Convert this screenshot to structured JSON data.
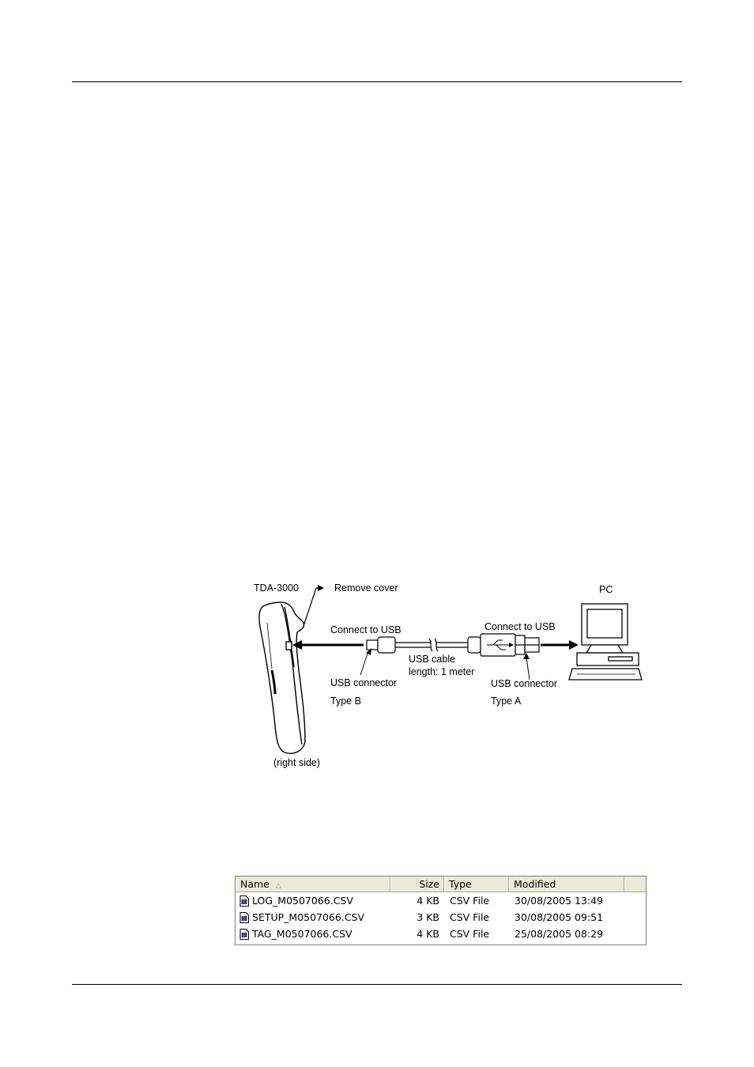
{
  "diagram": {
    "device_label": "TDA-3000",
    "remove_cover": "Remove cover",
    "connect_left": "Connect to USB",
    "connect_right": "Connect to USB",
    "cable_line1": "USB cable",
    "cable_line2": "length: 1 meter",
    "connector_b": "USB connector",
    "type_b": "Type B",
    "connector_a": "USB connector",
    "type_a": "Type A",
    "pc_label": "PC",
    "side_label": "(right side)"
  },
  "file_list": {
    "columns": {
      "name": "Name",
      "size": "Size",
      "type": "Type",
      "modified": "Modified"
    },
    "rows": [
      {
        "name": "LOG_M0507066.CSV",
        "size": "4 KB",
        "type": "CSV File",
        "modified": "30/08/2005 13:49"
      },
      {
        "name": "SETUP_M0507066.CSV",
        "size": "3 KB",
        "type": "CSV File",
        "modified": "30/08/2005 09:51"
      },
      {
        "name": "TAG_M0507066.CSV",
        "size": "4 KB",
        "type": "CSV File",
        "modified": "25/08/2005 08:29"
      }
    ]
  }
}
